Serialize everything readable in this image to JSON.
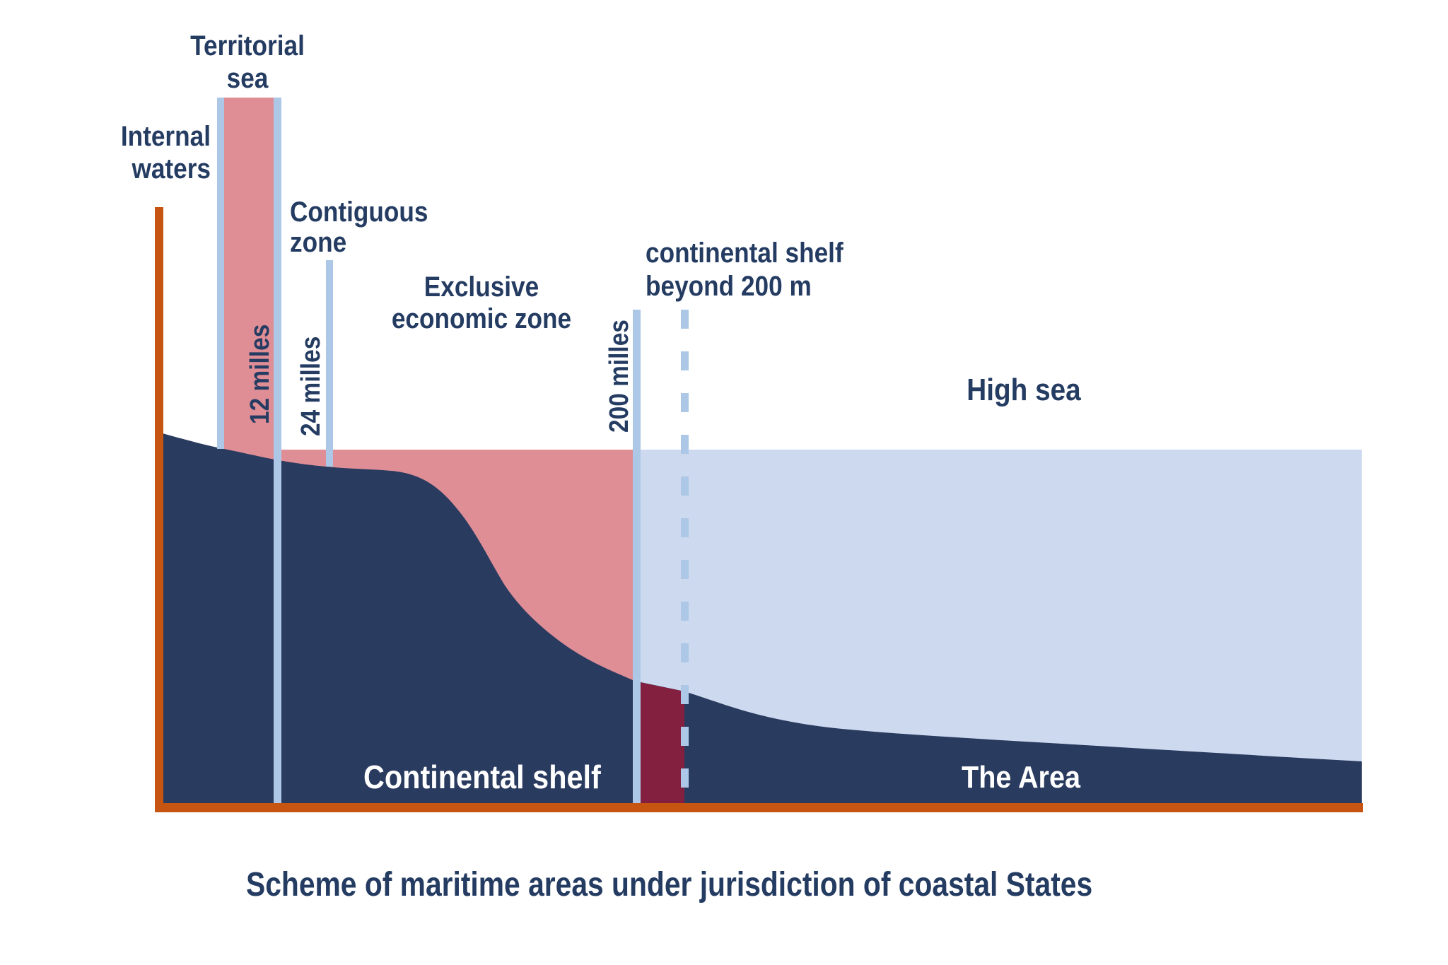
{
  "diagram": {
    "caption": "Scheme of maritime areas under jurisdiction of coastal States",
    "zones": {
      "territorial_sea": "Territorial\nsea",
      "internal_waters": "Internal\nwaters",
      "contiguous_zone": "Contiguous\nzone",
      "exclusive_economic_zone": "Exclusive\neconomic zone",
      "continental_shelf_beyond": "continental shelf\nbeyond 200 m",
      "high_sea": "High sea",
      "continental_shelf": "Continental shelf",
      "the_area": "The Area"
    },
    "distances": {
      "twelve_milles": "12 milles",
      "twentyfour_milles": "24 milles",
      "twohundred_milles": "200 milles"
    },
    "colors": {
      "land": "#2a3b60",
      "eez_water": "#e08e96",
      "high_sea_water": "#cdd9ee",
      "shelf_beyond_water": "#83203f",
      "baseline": "#c65511",
      "boundary_line": "#adc8e6",
      "label_text": "#253c62",
      "white_text": "#ffffff"
    }
  }
}
